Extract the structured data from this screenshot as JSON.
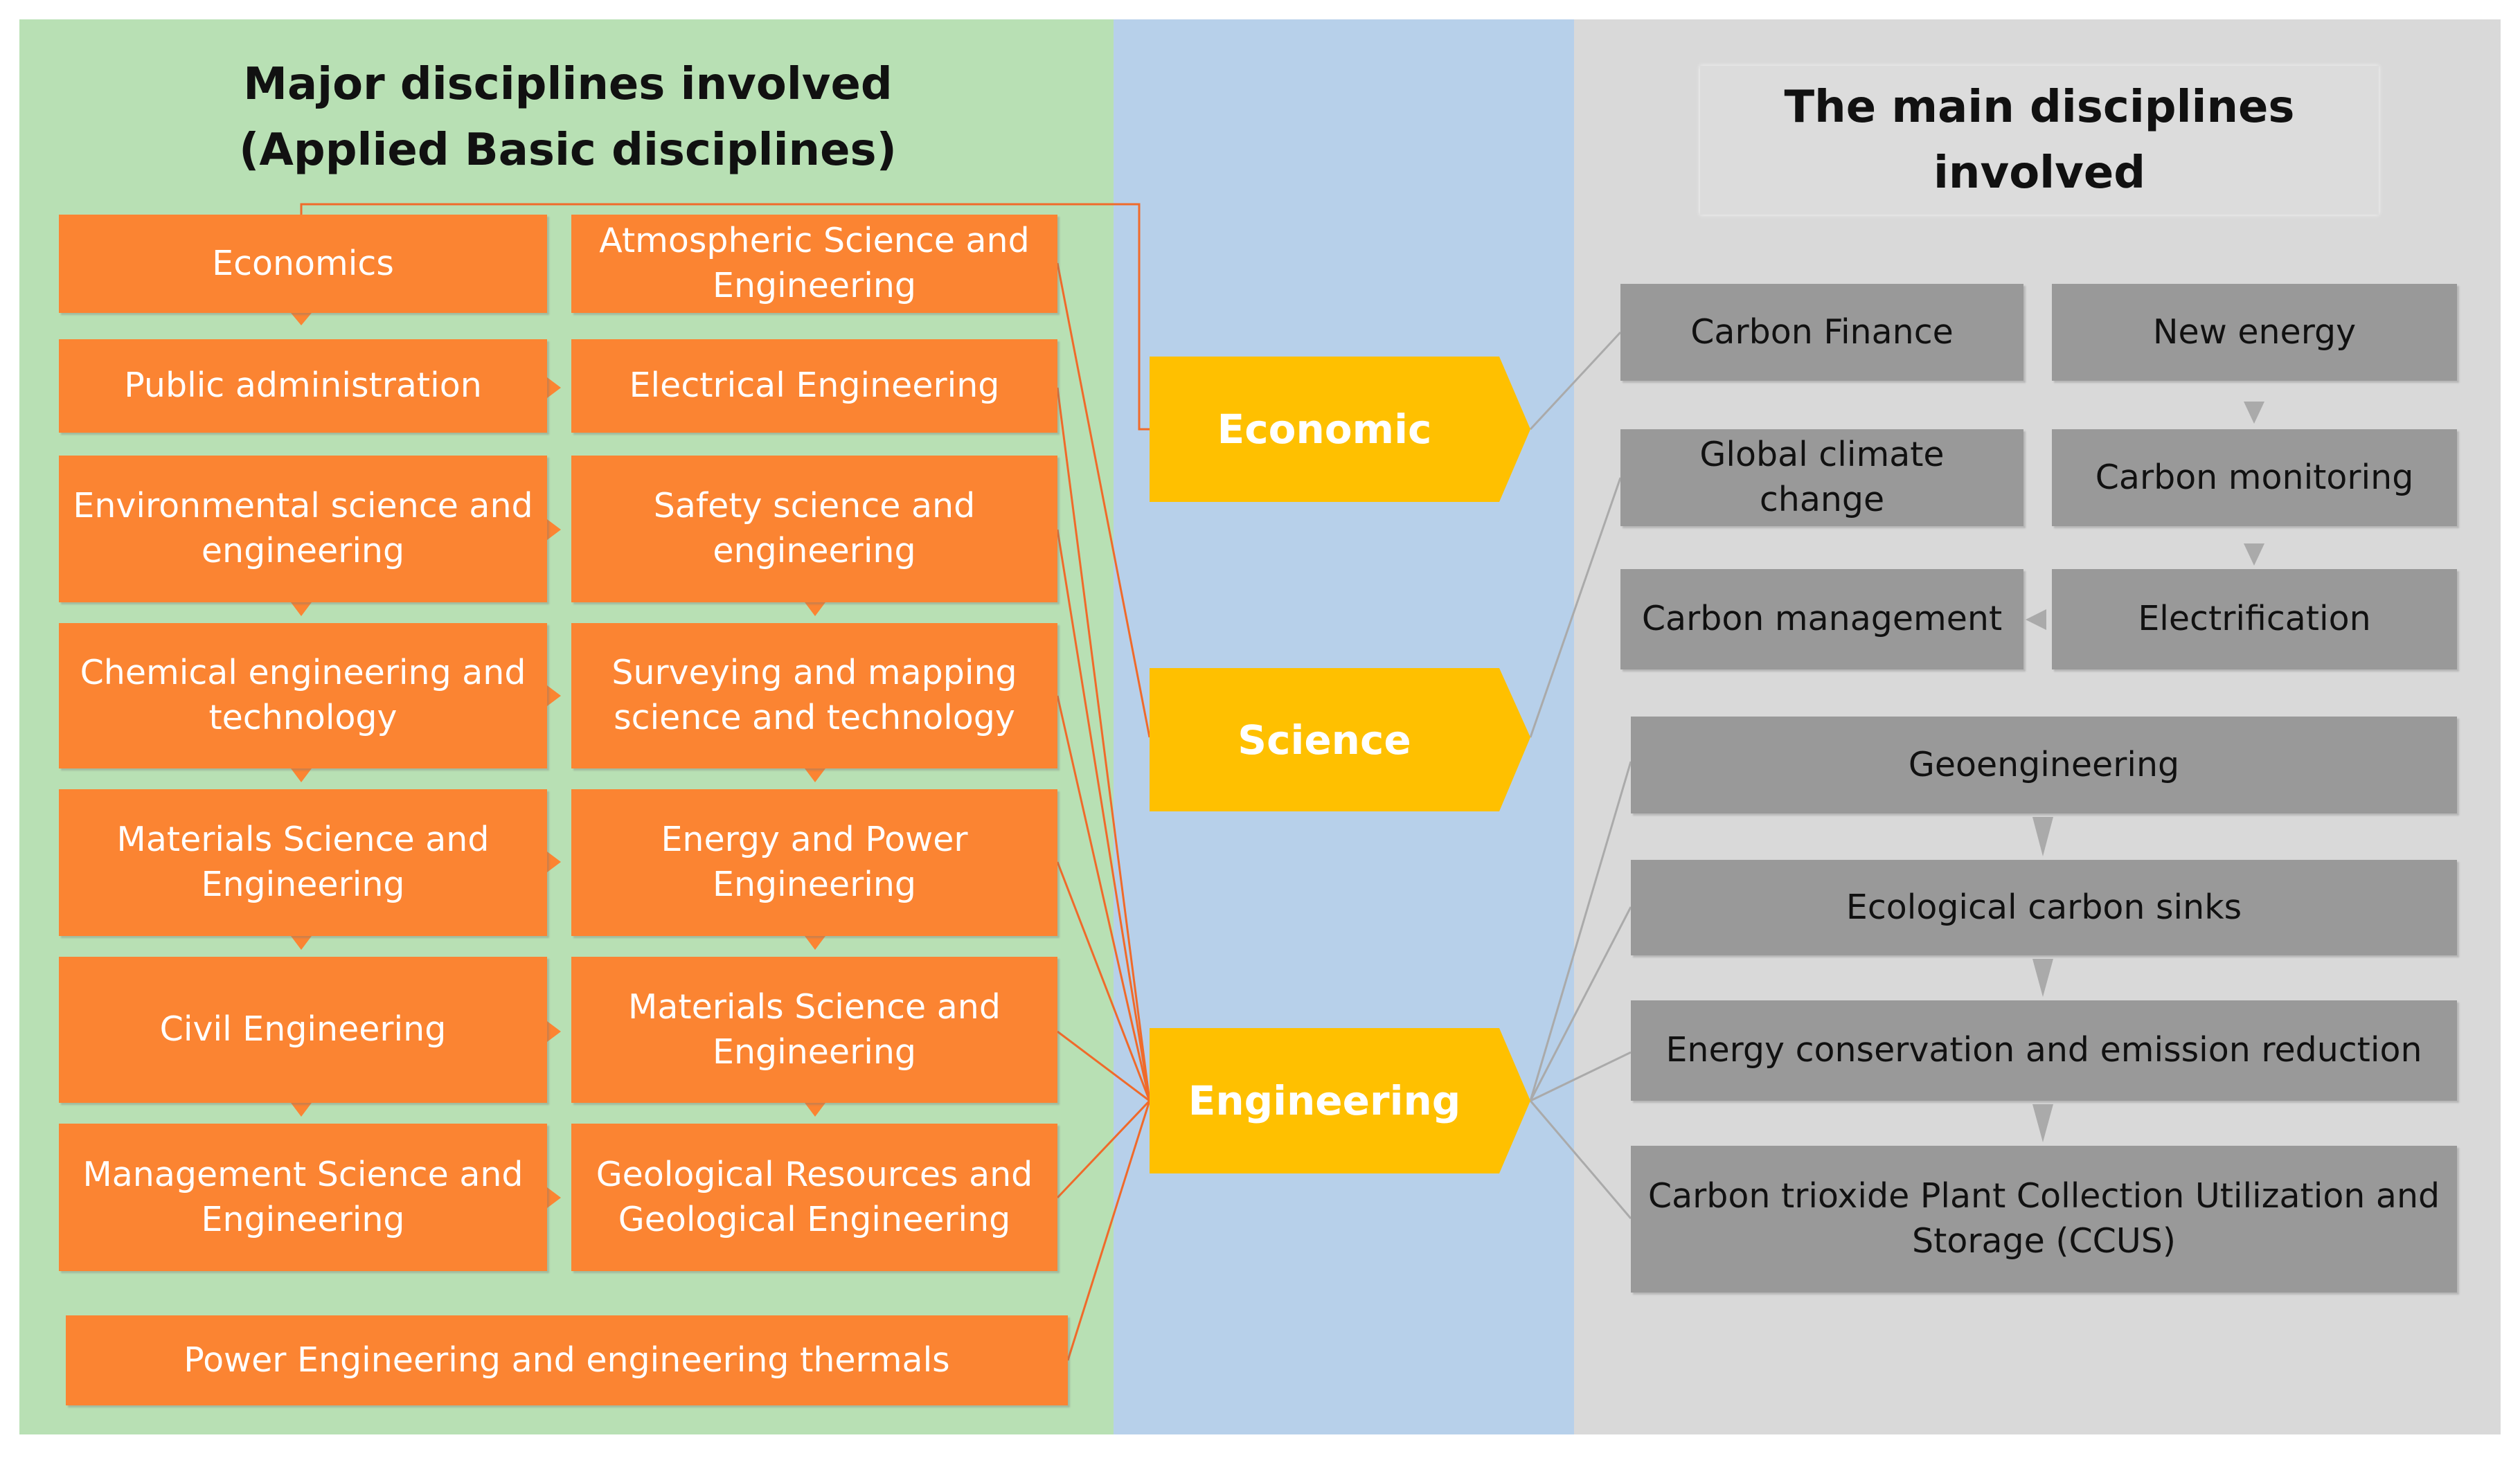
{
  "left_panel": {
    "title": "Major disciplines involved\n(Applied Basic disciplines)",
    "col1": [
      "Economics",
      "Public administration",
      "Environmental science and engineering",
      "Chemical engineering and technology",
      "Materials Science and Engineering",
      "Civil Engineering",
      "Management Science and Engineering"
    ],
    "col2": [
      "Atmospheric Science and Engineering",
      "Electrical Engineering",
      "Safety science and engineering",
      "Surveying and mapping science and technology",
      "Energy and Power Engineering",
      "Materials Science and Engineering",
      "Geological Resources and Geological Engineering"
    ],
    "bottom": "Power Engineering and engineering thermals"
  },
  "center": {
    "categories": [
      "Economic",
      "Science",
      "Engineering"
    ]
  },
  "right_panel": {
    "title": "The main disciplines\ninvolved",
    "grid": [
      "Carbon Finance",
      "New energy",
      "Global climate change",
      "Carbon monitoring",
      "Carbon management",
      "Electrification"
    ],
    "stack": [
      "Geoengineering",
      "Ecological carbon sinks",
      "Energy conservation and emission reduction",
      "Carbon trioxide Plant Collection Utilization and Storage (CCUS)"
    ]
  },
  "colors": {
    "left_bg": "#b8e0b4",
    "center_bg": "#b7d0ea",
    "right_bg": "#d9d9d9",
    "orange_box": "#fb8432",
    "gray_box": "#999999",
    "category_arrow": "#ffc000"
  }
}
